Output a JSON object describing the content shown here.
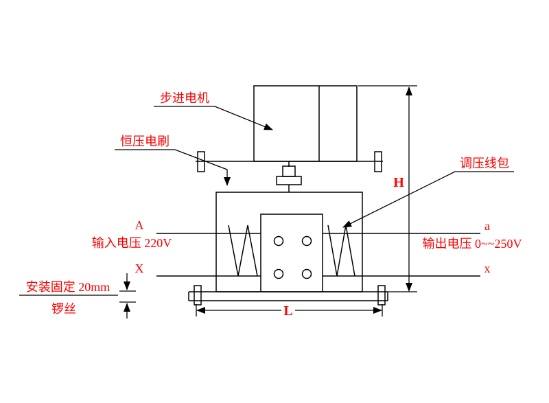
{
  "colors": {
    "label_red": "#ff0000",
    "line_black": "#000000",
    "background": "#ffffff"
  },
  "diagram": {
    "callouts": {
      "stepper_motor": "步进电机",
      "brush": "恒压电刷",
      "coil": "调压线包"
    },
    "terminals": {
      "A": "A",
      "X": "X",
      "a": "a",
      "x": "x"
    },
    "voltages": {
      "input": "输入电压 220V",
      "output": "输出电压 0~~250V"
    },
    "mounting": {
      "line1": "安装固定 20mm",
      "line2": "锣丝"
    },
    "dimensions": {
      "height": "H",
      "length": "L"
    }
  }
}
